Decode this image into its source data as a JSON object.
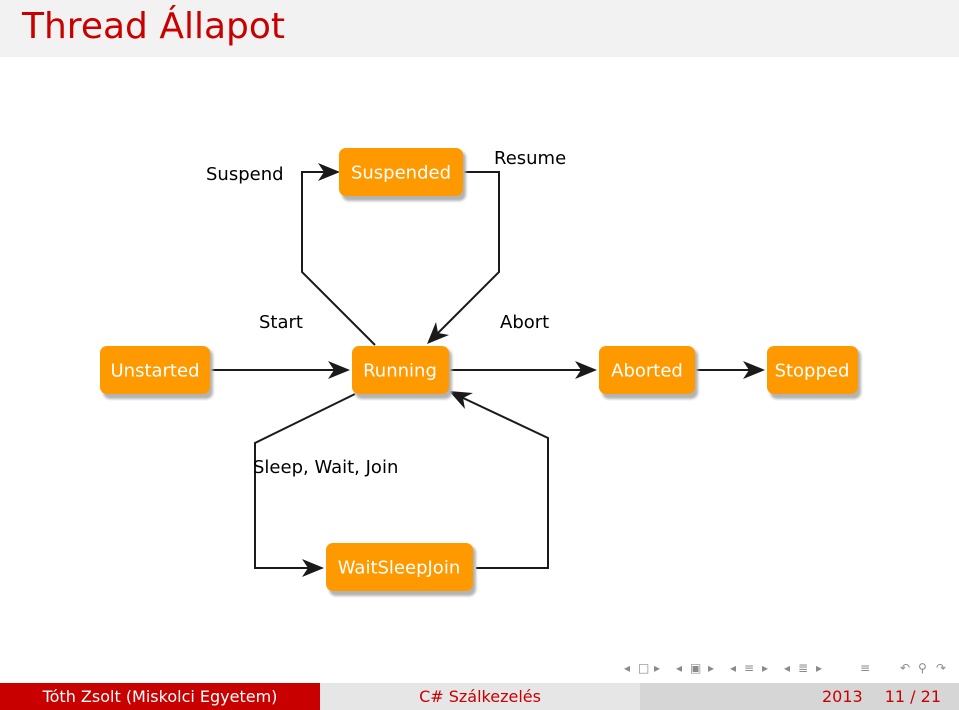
{
  "slide": {
    "title": "Thread Állapot"
  },
  "diagram": {
    "nodes": [
      {
        "id": "suspended",
        "label": "Suspended"
      },
      {
        "id": "unstarted",
        "label": "Unstarted"
      },
      {
        "id": "running",
        "label": "Running"
      },
      {
        "id": "aborted",
        "label": "Aborted"
      },
      {
        "id": "stopped",
        "label": "Stopped"
      },
      {
        "id": "waitsleepjoin",
        "label": "WaitSleepJoin"
      }
    ],
    "edge_labels": {
      "suspend": "Suspend",
      "resume": "Resume",
      "start": "Start",
      "abort": "Abort",
      "sleep_wait_join": "Sleep, Wait, Join"
    },
    "colors": {
      "node_fill": "#ff9900",
      "node_text": "#ffffff",
      "edge": "#1a1a1a",
      "title": "#c80000"
    }
  },
  "footer": {
    "author": "Tóth Zsolt  (Miskolci Egyetem)",
    "topic": "C# Szálkezelés",
    "year": "2013",
    "page": "11 / 21"
  },
  "navigation": {
    "icons": [
      "nav-prev-frame-icon",
      "nav-frame-icon",
      "nav-next-frame-icon",
      "nav-prev-subsection-icon",
      "nav-subsection-icon",
      "nav-next-subsection-icon",
      "nav-prev-section-icon",
      "nav-section-icon",
      "nav-next-section-icon",
      "nav-prev-page-icon",
      "nav-document-icon",
      "nav-next-page-icon",
      "nav-back-icon",
      "nav-search-icon",
      "nav-forward-icon"
    ]
  }
}
